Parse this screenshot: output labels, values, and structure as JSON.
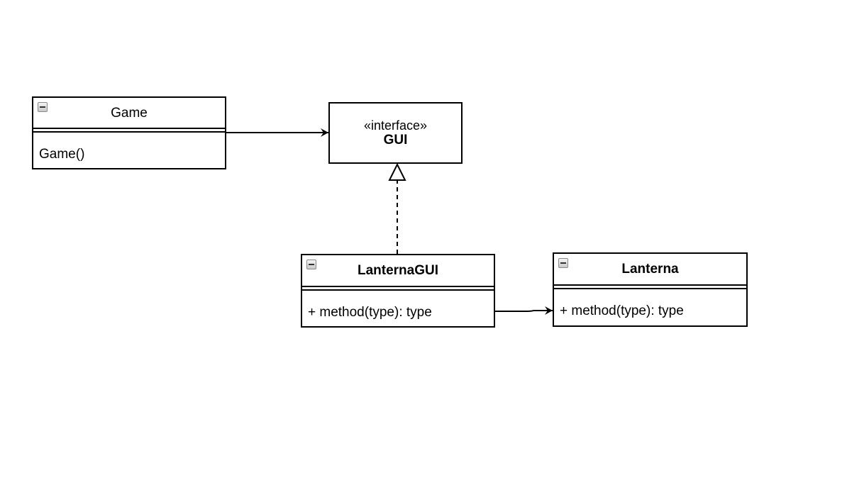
{
  "classes": {
    "game": {
      "name": "Game",
      "members": [
        "Game()"
      ]
    },
    "gui": {
      "stereotype": "«interface»",
      "name": "GUI"
    },
    "lanterna_gui": {
      "name": "LanternaGUI",
      "members": [
        "+ method(type): type"
      ]
    },
    "lanterna": {
      "name": "Lanterna",
      "members": [
        "+ method(type): type"
      ]
    }
  },
  "relations": [
    {
      "from": "Game",
      "to": "GUI",
      "type": "association"
    },
    {
      "from": "LanternaGUI",
      "to": "GUI",
      "type": "realization"
    },
    {
      "from": "LanternaGUI",
      "to": "Lanterna",
      "type": "association"
    }
  ]
}
